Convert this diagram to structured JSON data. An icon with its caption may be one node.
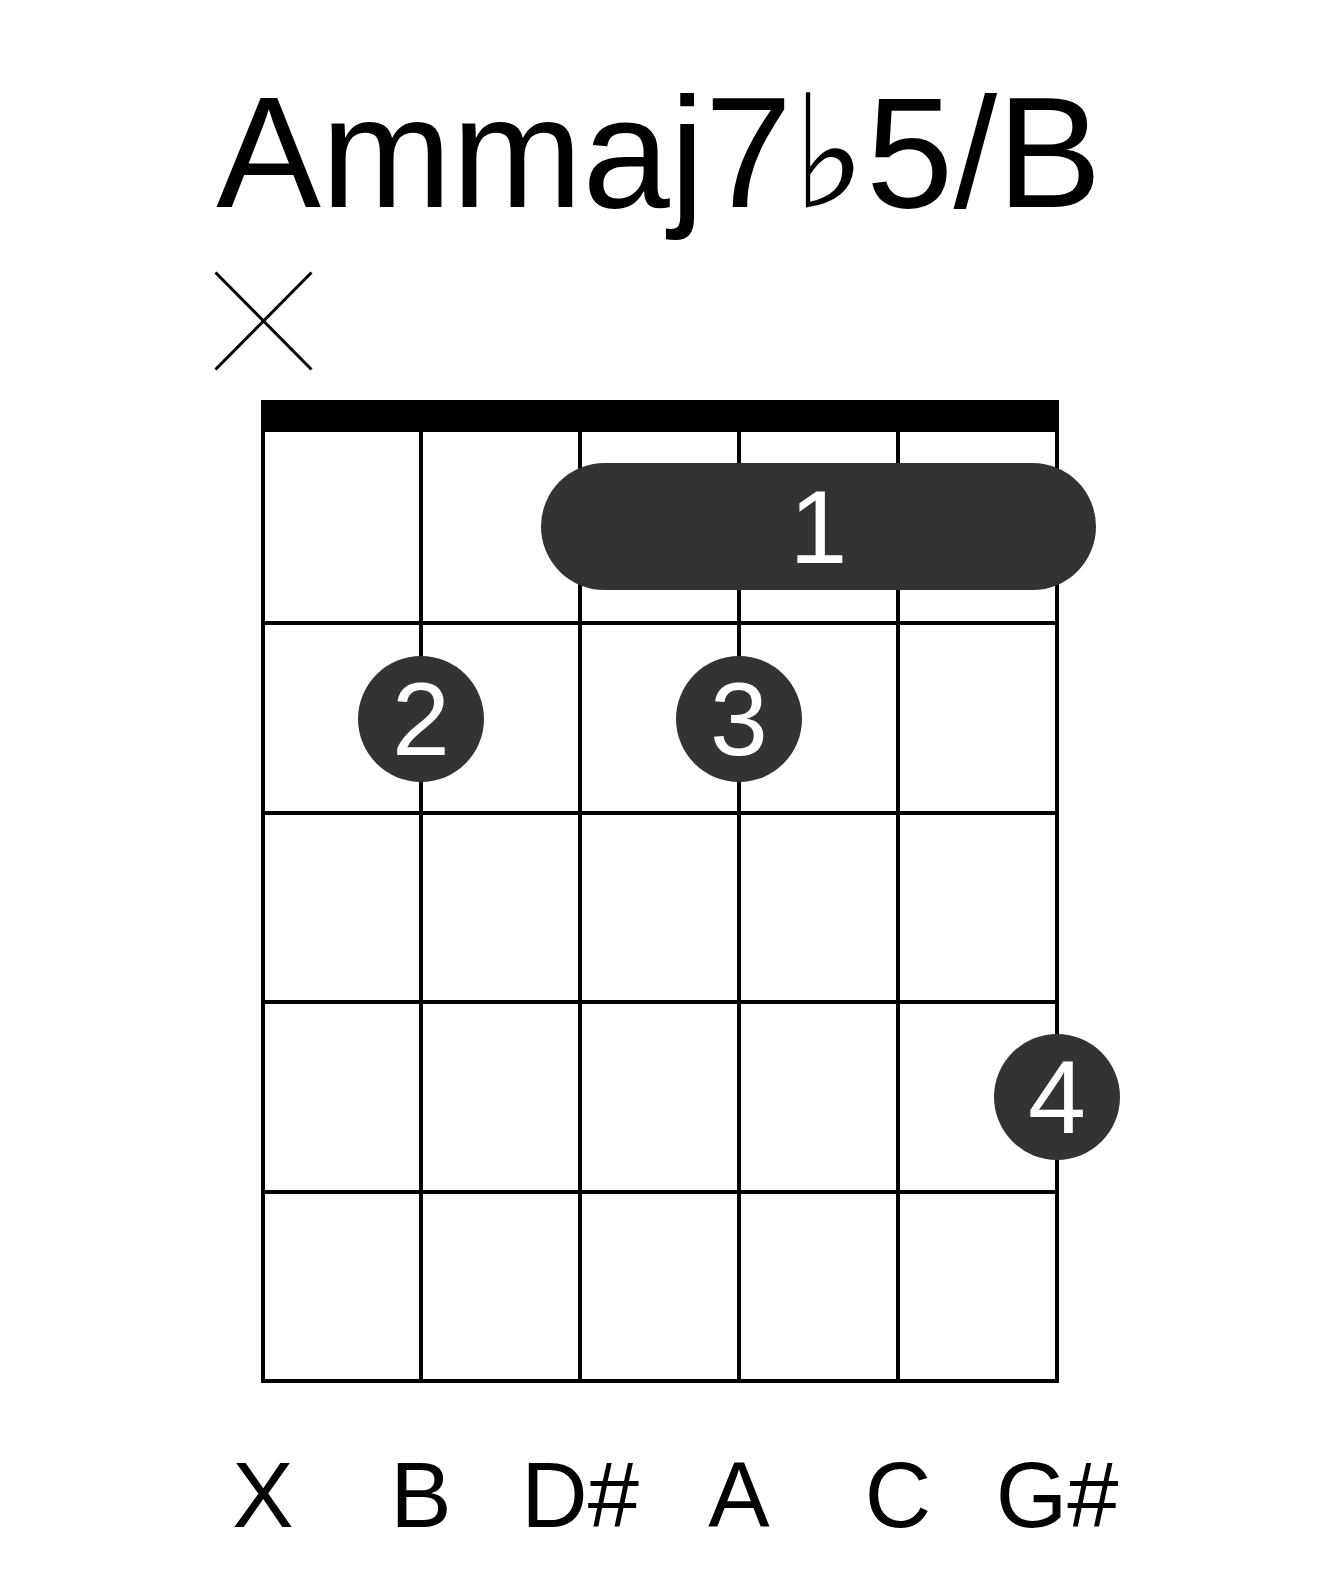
{
  "diagram": {
    "title": "Ammaj7♭5/B",
    "nodes": [
      {
        "text": [
          "1"
        ]
      },
      {
        "text": [
          "2"
        ]
      },
      {
        "text": [
          "3"
        ]
      },
      {
        "text": [
          "4"
        ]
      }
    ],
    "labels": [
      "X",
      "B",
      "D#",
      "A",
      "C",
      "G#"
    ]
  }
}
